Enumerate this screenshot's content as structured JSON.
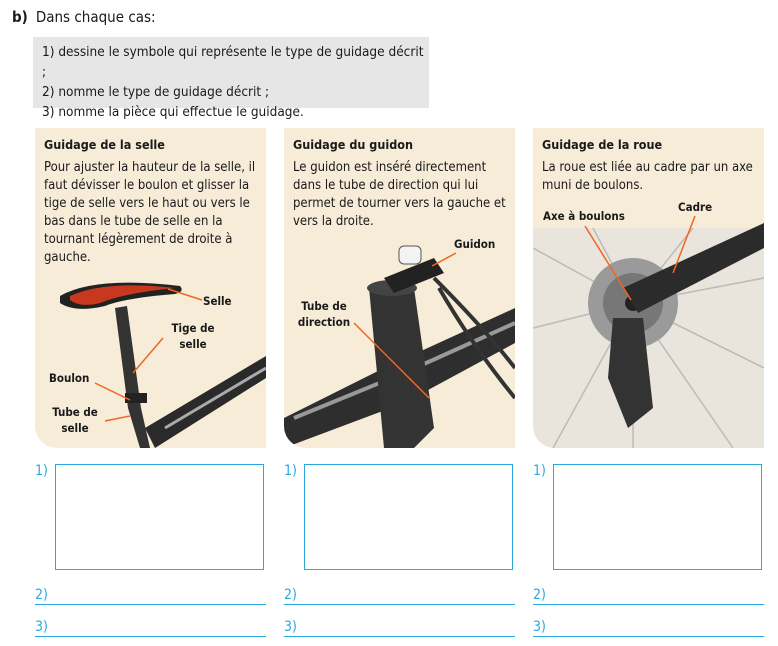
{
  "header": {
    "letter": "b)",
    "text": "Dans chaque cas:"
  },
  "steps": [
    "1)  dessine le symbole qui représente le type de guidage décrit ;",
    "2)  nomme le type de guidage décrit ;",
    "3)  nomme la pièce qui effectue le guidage."
  ],
  "panels": [
    {
      "title": "Guidage de la selle",
      "text": "Pour ajuster la hauteur de la selle, il faut dévisser le boulon et glisser la tige de selle vers le haut ou vers le bas dans le tube de selle en la tournant légèrement de droite à gauche.",
      "labels": [
        "Selle",
        "Tige de selle",
        "Boulon",
        "Tube de selle"
      ]
    },
    {
      "title": "Guidage du guidon",
      "text": "Le guidon est inséré directement dans le tube de direction qui lui permet de tourner vers la gauche et vers la droite.",
      "labels": [
        "Guidon",
        "Tube de direction"
      ]
    },
    {
      "title": "Guidage de la roue",
      "text": "La roue est liée au cadre par un axe muni de boulons.",
      "labels": [
        "Axe à boulons",
        "Cadre"
      ]
    }
  ],
  "answers": {
    "n1": "1)",
    "n2": "2)",
    "n3": "3)"
  },
  "colors": {
    "accent": "#29a9e0",
    "callout": "#f26522",
    "panel": "#f6ecd8",
    "steps_bg": "#e6e6e6"
  }
}
